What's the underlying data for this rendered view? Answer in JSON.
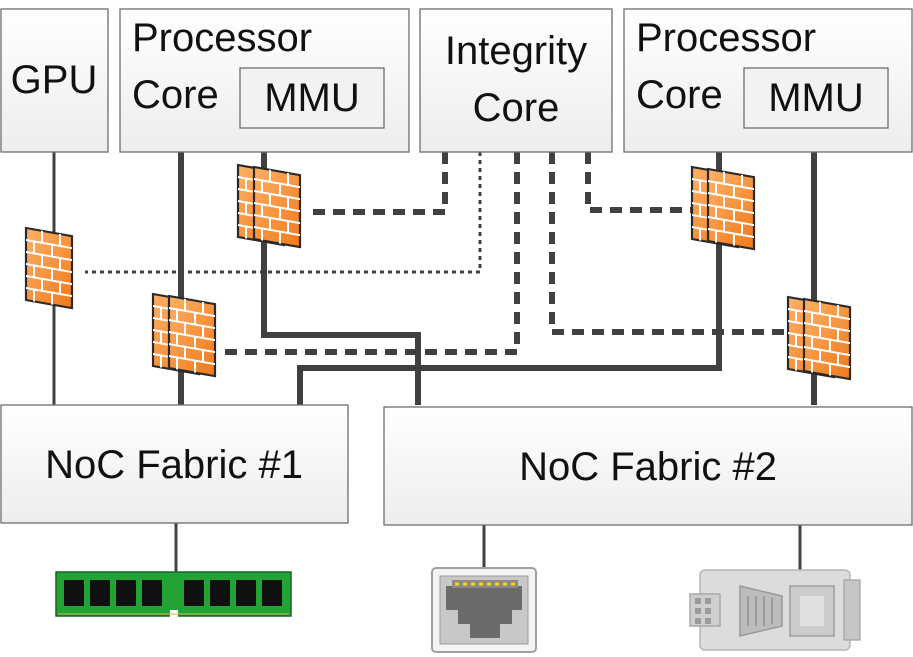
{
  "blocks": {
    "gpu": "GPU",
    "proc_left_line1": "Processor",
    "proc_left_line2": "Core",
    "proc_left_mmu": "MMU",
    "integrity_line1": "Integrity",
    "integrity_line2": "Core",
    "proc_right_line1": "Processor",
    "proc_right_line2": "Core",
    "proc_right_mmu": "MMU",
    "noc1": "NoC Fabric #1",
    "noc2": "NoC Fabric #2"
  },
  "icons": {
    "firewall": "firewall-icon",
    "memory": "ram-module-icon",
    "ethernet": "ethernet-port-icon",
    "serial": "serial-connector-icon"
  },
  "colors": {
    "firewall_brick": "#f28a2e",
    "firewall_mortar": "#ffffff",
    "ram_board": "#21a336",
    "ram_chip": "#111111",
    "ethernet_pins": "#ffd400"
  }
}
